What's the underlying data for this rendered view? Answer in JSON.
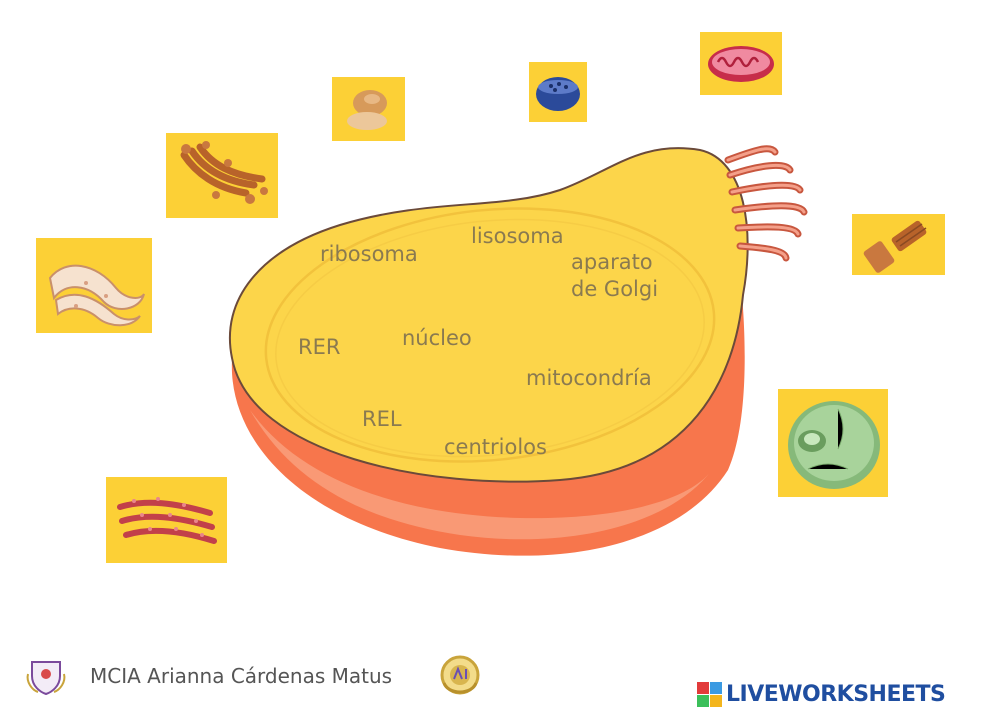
{
  "labels": {
    "ribosoma": "ribosoma",
    "lisosoma": "lisosoma",
    "aparato_line1": "aparato",
    "aparato_line2": "de Golgi",
    "rer": "RER",
    "nucleo": "núcleo",
    "mitocondria": "mitocondría",
    "rel": "REL",
    "centriolos": "centriolos"
  },
  "footer": {
    "author": "MCIA Arianna Cárdenas Matus",
    "brand": "LIVEWORKSHEETS"
  },
  "colors": {
    "tile": "#fcd036",
    "cytoplasm": "#fcd54a",
    "membrane_side": "#f7764c",
    "label_text": "#8a7a50",
    "brand_blue": "#1f4ea0"
  },
  "icons": {
    "tile_top_center": "lysosome-icon",
    "tile_top_right": "mitochondrion-icon",
    "tile_top_left": "ribosome-icon",
    "tile_golgi": "golgi-apparatus-icon",
    "tile_rel": "smooth-er-icon",
    "tile_centriole": "centriole-icon",
    "tile_nucleus": "nucleus-icon",
    "tile_rer": "rough-er-icon"
  }
}
